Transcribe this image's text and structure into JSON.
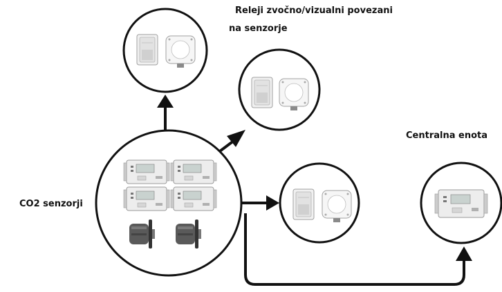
{
  "labels": {
    "relays_line1": "Releji zvočno/vizualni povezani",
    "relays_line2": "na senzorje",
    "central_unit": "Centralna enota",
    "co2_sensors": "CO2 senzorji"
  },
  "nodes": [
    {
      "id": "sensors-hub",
      "contents": [
        "sensor-unit",
        "sensor-unit",
        "sensor-unit",
        "sensor-unit",
        "sensor-probe",
        "sensor-probe"
      ]
    },
    {
      "id": "relay-group-top",
      "contents": [
        "relay-box",
        "junction-box"
      ]
    },
    {
      "id": "relay-group-upper-right",
      "contents": [
        "relay-box",
        "junction-box"
      ]
    },
    {
      "id": "relay-group-right",
      "contents": [
        "relay-box",
        "junction-box"
      ]
    },
    {
      "id": "central-unit",
      "contents": [
        "control-unit"
      ]
    }
  ],
  "connections": [
    {
      "from": "sensors-hub",
      "to": "relay-group-top"
    },
    {
      "from": "sensors-hub",
      "to": "relay-group-upper-right"
    },
    {
      "from": "sensors-hub",
      "to": "relay-group-right"
    },
    {
      "from": "sensors-hub",
      "to": "central-unit"
    }
  ],
  "colors": {
    "stroke": "#111111",
    "device_fill": "#e6e6e6",
    "device_stroke": "#9a9a9a",
    "probe_fill": "#555555"
  }
}
